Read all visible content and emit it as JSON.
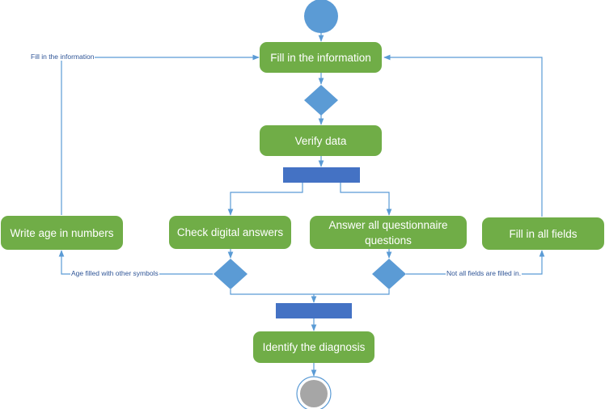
{
  "nodes": {
    "fill_information": "Fill in the information",
    "verify_data": "Verify data",
    "write_age": "Write age in numbers",
    "check_digital": "Check digital answers",
    "answer_all": "Answer all questionnaire questions",
    "fill_all_fields": "Fill in all fields",
    "identify_diagnosis": "Identify the diagnosis"
  },
  "edge_labels": {
    "fill_information_loop": "Fill in the information",
    "age_other_symbols": "Age filled with other symbols",
    "not_all_fields": "Not all fields are filled in."
  },
  "colors": {
    "action": "#70AD47",
    "decision": "#5B9BD5",
    "fork_bar": "#4472C4",
    "arrow": "#5B9BD5",
    "final_node": "#A6A6A6"
  }
}
